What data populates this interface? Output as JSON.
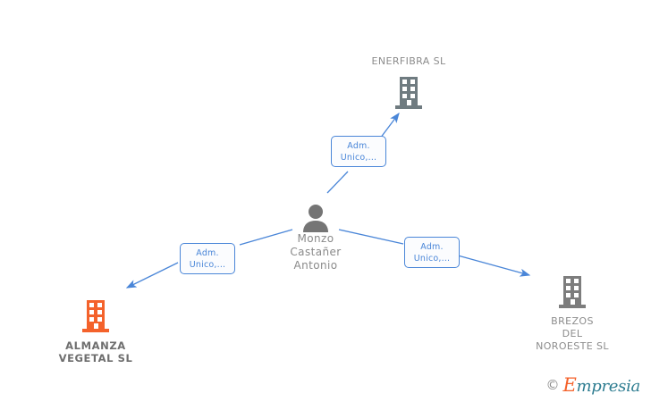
{
  "diagram": {
    "type": "relationship-graph",
    "center": {
      "id": "person-center",
      "icon": "person-icon",
      "name": "Monzo\nCastañer\nAntonio",
      "color": "#757575"
    },
    "companies": [
      {
        "id": "enerfibra",
        "icon": "building-icon",
        "name": "ENERFIBRA SL",
        "color": "#6f7b80",
        "highlighted": false,
        "label_position": "above"
      },
      {
        "id": "almanza-vegetal",
        "icon": "building-icon",
        "name": "ALMANZA\nVEGETAL  SL",
        "color": "#f4622b",
        "highlighted": true,
        "label_position": "below"
      },
      {
        "id": "brezos-del-noroeste",
        "icon": "building-icon",
        "name": "BREZOS\nDEL\nNOROESTE  SL",
        "color": "#7d7d7d",
        "highlighted": false,
        "label_position": "below"
      }
    ],
    "relations": [
      {
        "id": "rel-enerfibra",
        "from": "person-center",
        "to": "enerfibra",
        "line1": "Adm.",
        "line2": "Unico,..."
      },
      {
        "id": "rel-almanza",
        "from": "person-center",
        "to": "almanza-vegetal",
        "line1": "Adm.",
        "line2": "Unico,..."
      },
      {
        "id": "rel-brezos",
        "from": "person-center",
        "to": "brezos-del-noroeste",
        "line1": "Adm.",
        "line2": "Unico,..."
      }
    ],
    "edge_color": "#4a86d8"
  },
  "watermark": {
    "copyright": "©",
    "brand_initial": "E",
    "brand_rest": "mpresia"
  }
}
